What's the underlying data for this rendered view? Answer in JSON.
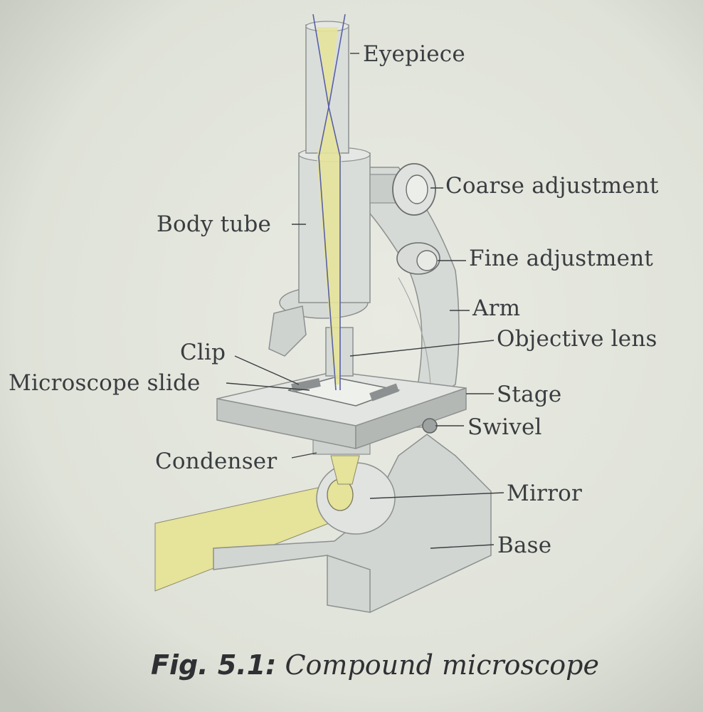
{
  "labels": {
    "eyepiece": "Eyepiece",
    "coarse_adjustment": "Coarse adjustment",
    "body_tube": "Body tube",
    "fine_adjustment": "Fine adjustment",
    "arm": "Arm",
    "objective_lens": "Objective lens",
    "clip": "Clip",
    "microscope_slide": "Microscope slide",
    "stage": "Stage",
    "swivel": "Swivel",
    "condenser": "Condenser",
    "mirror": "Mirror",
    "base": "Base"
  },
  "caption": {
    "figure": "Fig. 5.1:",
    "title": "Compound microscope"
  },
  "colors": {
    "background": "#e3e6dc",
    "metal": "#d4d8d4",
    "light_beam": "#e6e39a",
    "ray_line": "#5860a8"
  }
}
